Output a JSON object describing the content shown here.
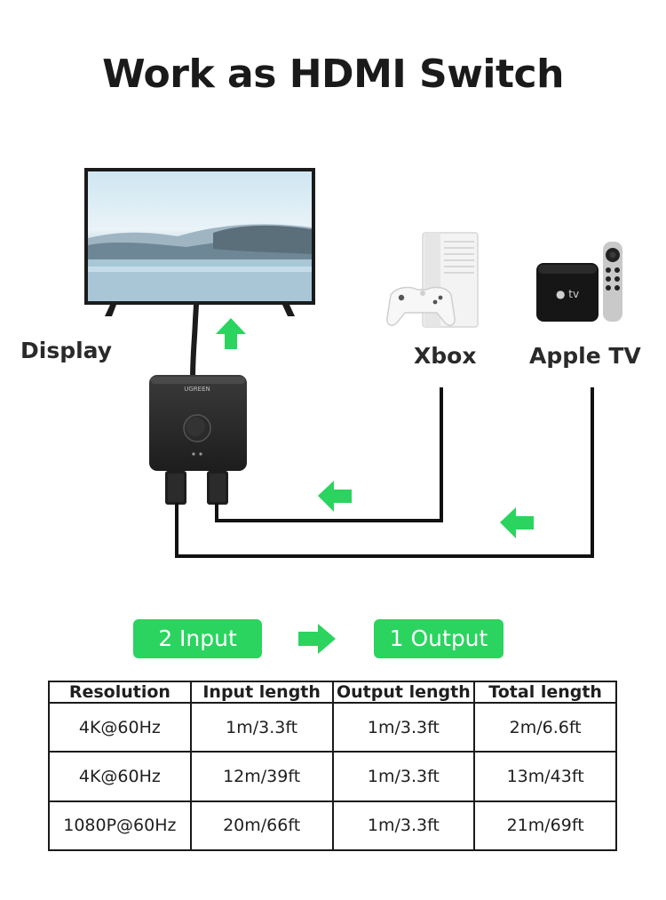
{
  "title": "Work as HDMI Switch",
  "labels": {
    "display": "Display",
    "xbox": "Xbox",
    "apple_tv": "Apple TV",
    "tv_logo": "tv"
  },
  "flow": {
    "input": "2 Input",
    "output": "1 Output"
  },
  "colors": {
    "accent_green": "#2bd45e",
    "text_dark": "#1a1a1a"
  },
  "table": {
    "headers": [
      "Resolution",
      "Input length",
      "Output length",
      "Total length"
    ],
    "rows": [
      [
        "4K@60Hz",
        "1m/3.3ft",
        "1m/3.3ft",
        "2m/6.6ft"
      ],
      [
        "4K@60Hz",
        "12m/39ft",
        "1m/3.3ft",
        "13m/43ft"
      ],
      [
        "1080P@60Hz",
        "20m/66ft",
        "1m/3.3ft",
        "21m/69ft"
      ]
    ]
  }
}
